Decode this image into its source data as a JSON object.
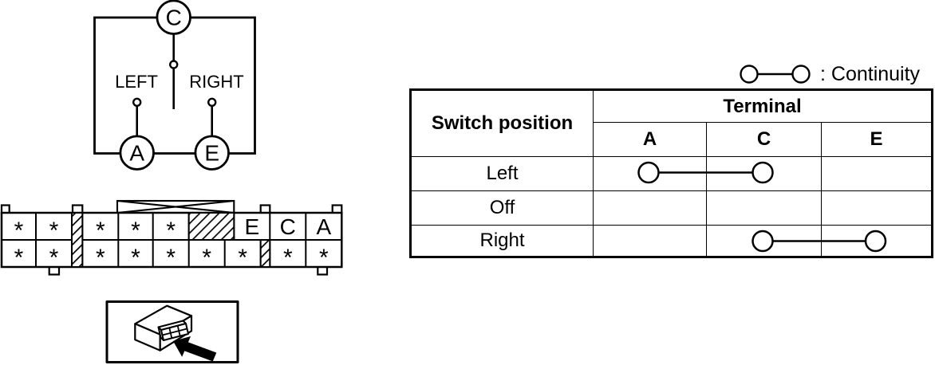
{
  "circuit": {
    "terminal_top": "C",
    "label_left": "LEFT",
    "label_right": "RIGHT",
    "terminal_bottom_left": "A",
    "terminal_bottom_right": "E"
  },
  "connector": {
    "pin_symbol": "*",
    "labeled_pins": [
      "E",
      "C",
      "A"
    ]
  },
  "legend": {
    "continuity_label": ": Continuity"
  },
  "table": {
    "header": {
      "switch_position": "Switch position",
      "terminal_group": "Terminal",
      "terminals": [
        "A",
        "C",
        "E"
      ]
    },
    "rows": [
      {
        "label": "Left",
        "connect": [
          "A",
          "C"
        ]
      },
      {
        "label": "Off",
        "connect": []
      },
      {
        "label": "Right",
        "connect": [
          "C",
          "E"
        ]
      }
    ]
  },
  "colors": {
    "ink": "#000000",
    "paper": "#ffffff"
  }
}
